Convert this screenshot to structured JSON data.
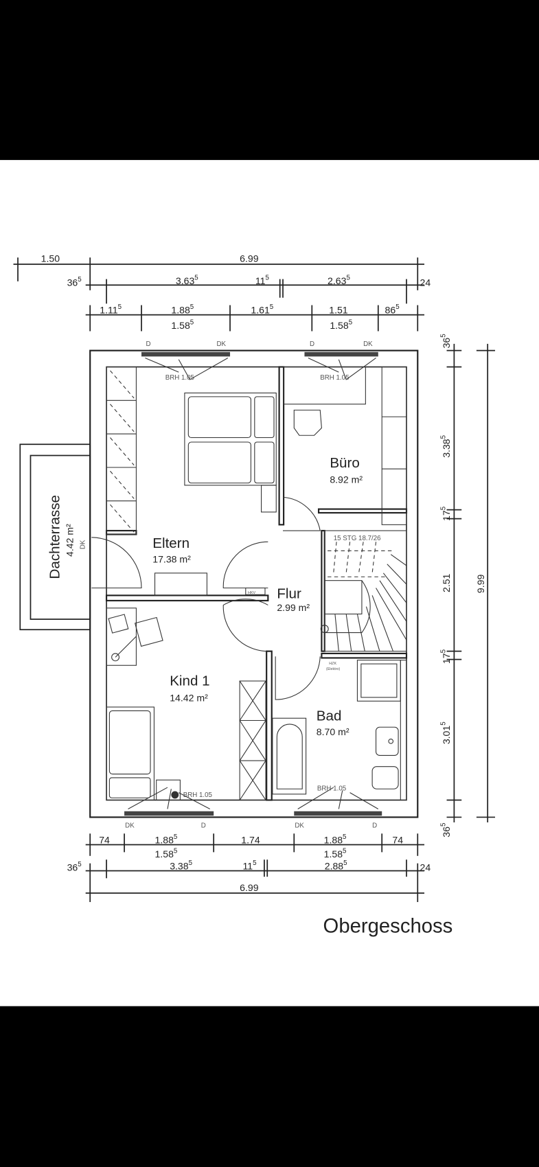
{
  "title": "Obergeschoss",
  "colors": {
    "background": "#ffffff",
    "letterbox": "#000000",
    "lines": "#222222"
  },
  "rooms": {
    "eltern": {
      "name": "Eltern",
      "area": "17.38 m²"
    },
    "buero": {
      "name": "Büro",
      "area": "8.92 m²"
    },
    "flur": {
      "name": "Flur",
      "area": "2.99 m²"
    },
    "kind1": {
      "name": "Kind 1",
      "area": "14.42 m²"
    },
    "bad": {
      "name": "Bad",
      "area": "8.70 m²"
    },
    "dachterrasse": {
      "name": "Dachterrasse",
      "area": "4.42 m²",
      "door": "DK"
    }
  },
  "annotations": {
    "brh_eltern": "BRH 1.05",
    "brh_buero": "BRH 1.05",
    "brh_kind": "BRH 1.05",
    "brh_bad": "BRH 1.05",
    "stairs": "15 STG 18.7/26",
    "hkv": "HKV",
    "hzk": "HZK",
    "hzk_sub": "(Elektro)"
  },
  "windows_top": [
    "D",
    "DK",
    "D",
    "DK"
  ],
  "windows_bottom": [
    "DK",
    "D",
    "DK",
    "D"
  ],
  "dims": {
    "top1": [
      {
        "v": "1.50",
        "s": ""
      },
      {
        "v": "6.99",
        "s": ""
      }
    ],
    "top2": [
      {
        "v": "36",
        "s": "5"
      },
      {
        "v": "3.63",
        "s": "5"
      },
      {
        "v": "11",
        "s": "5"
      },
      {
        "v": "2.63",
        "s": "5"
      },
      {
        "v": "24",
        "s": ""
      }
    ],
    "top3": [
      {
        "v": "1.11",
        "s": "5"
      },
      {
        "v": "1.88",
        "s": "5"
      },
      {
        "v": "1.61",
        "s": "5"
      },
      {
        "v": "1.51",
        "s": ""
      },
      {
        "v": "86",
        "s": "5"
      }
    ],
    "top3_below": [
      {
        "v": "1.58",
        "s": "5"
      },
      {
        "v": "1.58",
        "s": "5"
      }
    ],
    "bottom1": [
      {
        "v": "74",
        "s": ""
      },
      {
        "v": "1.88",
        "s": "5"
      },
      {
        "v": "1.74",
        "s": ""
      },
      {
        "v": "1.88",
        "s": "5"
      },
      {
        "v": "74",
        "s": ""
      }
    ],
    "bottom1_below": [
      {
        "v": "1.58",
        "s": "5"
      },
      {
        "v": "1.58",
        "s": "5"
      }
    ],
    "bottom2": [
      {
        "v": "36",
        "s": "5"
      },
      {
        "v": "3.38",
        "s": "5"
      },
      {
        "v": "11",
        "s": "5"
      },
      {
        "v": "2.88",
        "s": "5"
      },
      {
        "v": "24",
        "s": ""
      }
    ],
    "bottom3": [
      {
        "v": "6.99",
        "s": ""
      }
    ],
    "right1": [
      {
        "v": "36",
        "s": "5"
      },
      {
        "v": "3.38",
        "s": "5"
      },
      {
        "v": "17",
        "s": "5"
      },
      {
        "v": "2.51",
        "s": ""
      },
      {
        "v": "17",
        "s": "5"
      },
      {
        "v": "3.01",
        "s": "5"
      },
      {
        "v": "36",
        "s": "5"
      }
    ],
    "right2": [
      {
        "v": "9.99",
        "s": ""
      }
    ]
  }
}
